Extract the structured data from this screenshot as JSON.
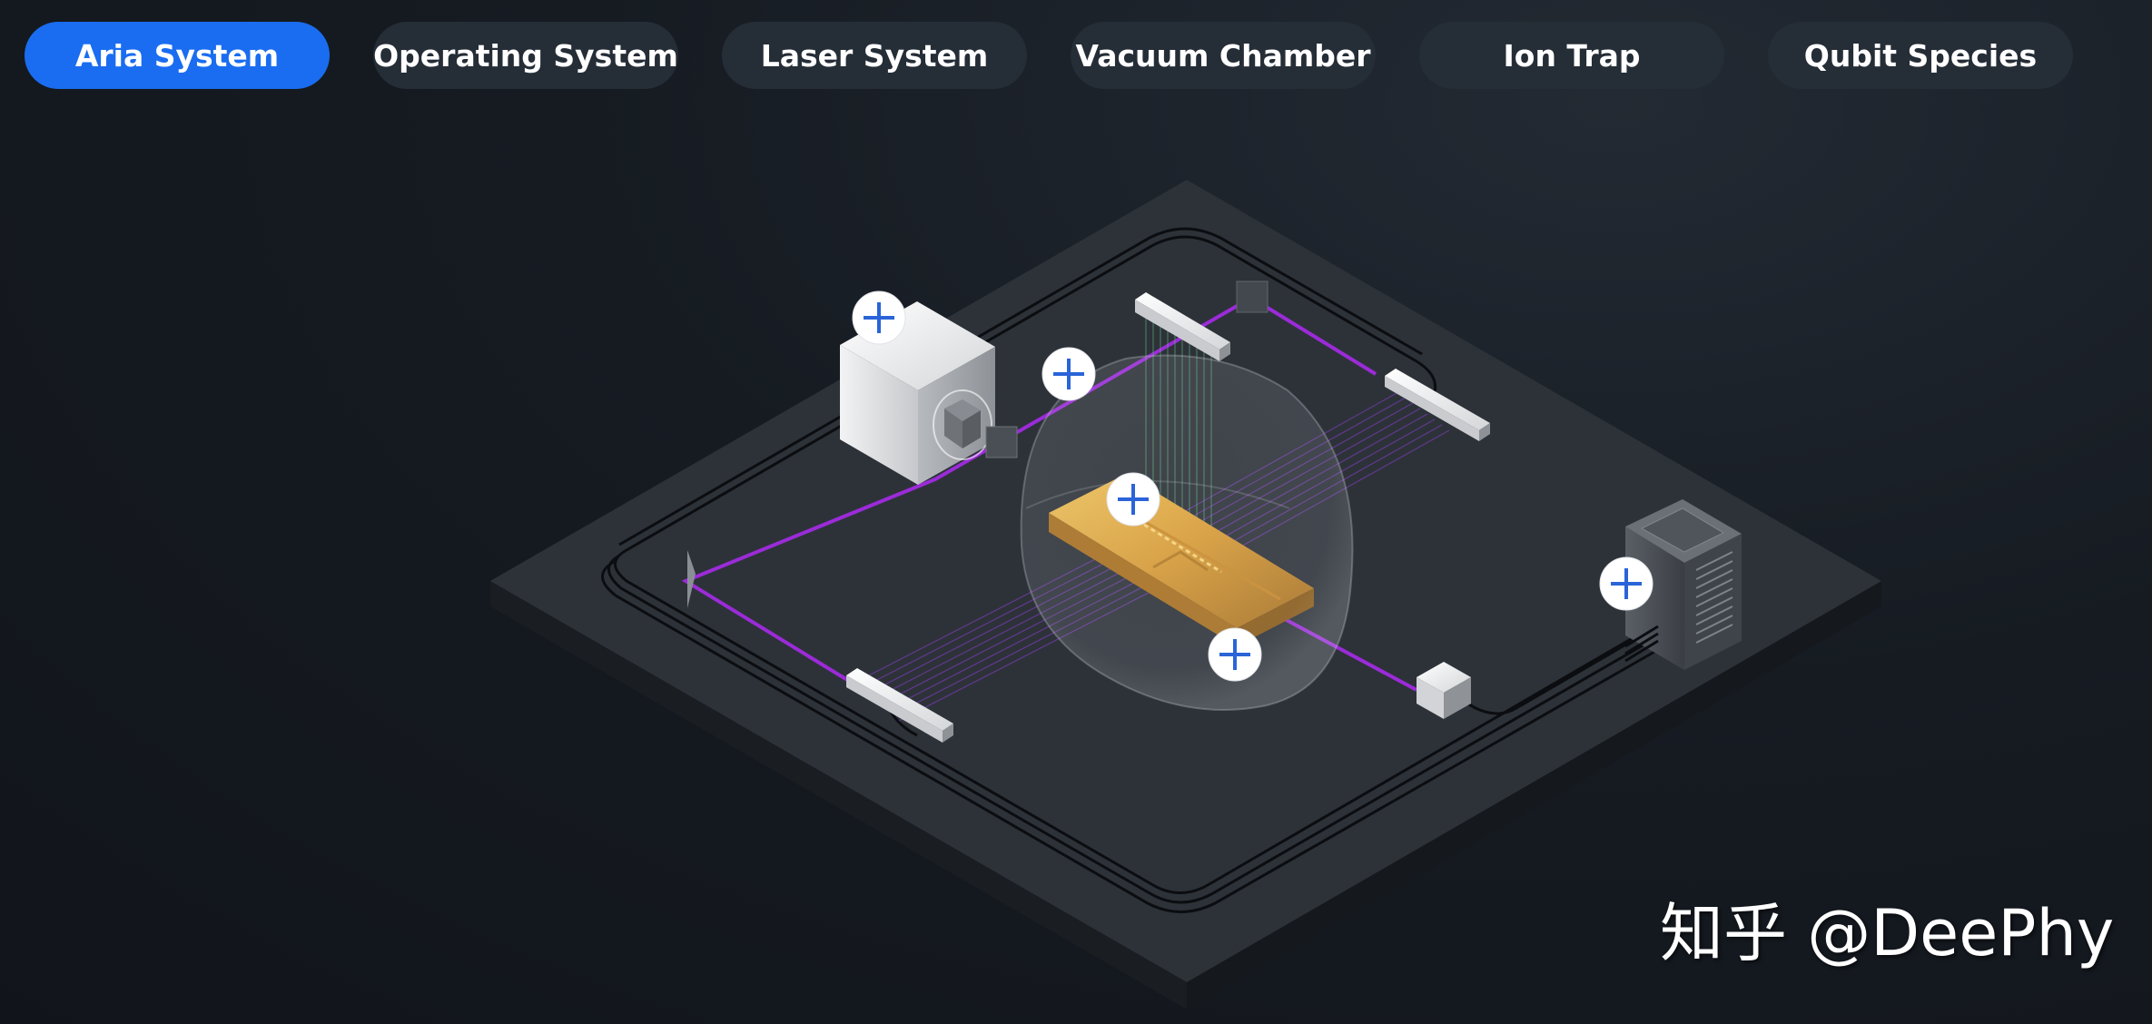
{
  "tabs": [
    {
      "label": "Aria System",
      "active": true
    },
    {
      "label": "Operating System",
      "active": false
    },
    {
      "label": "Laser System",
      "active": false
    },
    {
      "label": "Vacuum Chamber",
      "active": false
    },
    {
      "label": "Ion Trap",
      "active": false
    },
    {
      "label": "Qubit Species",
      "active": false
    }
  ],
  "watermark": "知乎 @DeePhy",
  "colors": {
    "active_tab": "#1a6df0",
    "inactive_tab": "#252d37",
    "laser_beam": "#9b2bd8",
    "hotspot_plus": "#2a64d8",
    "platform_top": "#2f343b",
    "ion_trap_gold": "#d9a23c"
  },
  "icons": {
    "hotspot": "plus-circle-icon"
  }
}
